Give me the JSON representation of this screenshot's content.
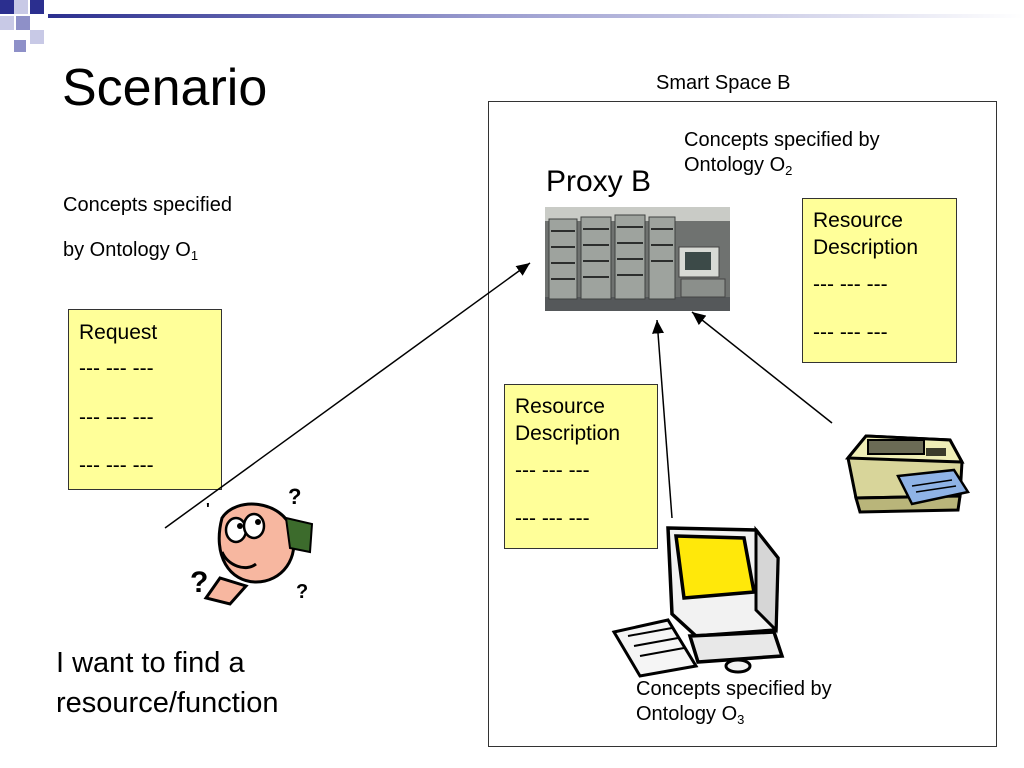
{
  "slide": {
    "title": "Scenario",
    "smart_space_label": "Smart Space B",
    "proxy_label": "Proxy B",
    "left_concepts": {
      "line1": "Concepts specified",
      "line2": "by Ontology O",
      "sub": "1"
    },
    "top_right_concepts": {
      "line1": "Concepts specified by",
      "line2": "Ontology O",
      "sub": "2"
    },
    "bottom_concepts": {
      "line1": "Concepts specified by",
      "line2": "Ontology O",
      "sub": "3"
    },
    "request_note": {
      "title": "Request",
      "lines": [
        "--- --- ---",
        "--- --- ---",
        "--- --- ---"
      ]
    },
    "resource_note_right": {
      "title1": "Resource",
      "title2": "Description",
      "lines": [
        "--- --- ---",
        "--- --- ---"
      ]
    },
    "resource_note_center": {
      "title1": "Resource",
      "title2": "Description",
      "lines": [
        "--- --- ---",
        "--- --- ---"
      ]
    },
    "caption": {
      "line1": "I want to find a",
      "line2": "resource/function"
    }
  },
  "colors": {
    "note_fill": "#ffff99",
    "accent_blue": "#2b2f8f"
  },
  "icons": [
    "server-rack-photo",
    "printer-icon",
    "computer-icon",
    "confused-person-icon"
  ]
}
